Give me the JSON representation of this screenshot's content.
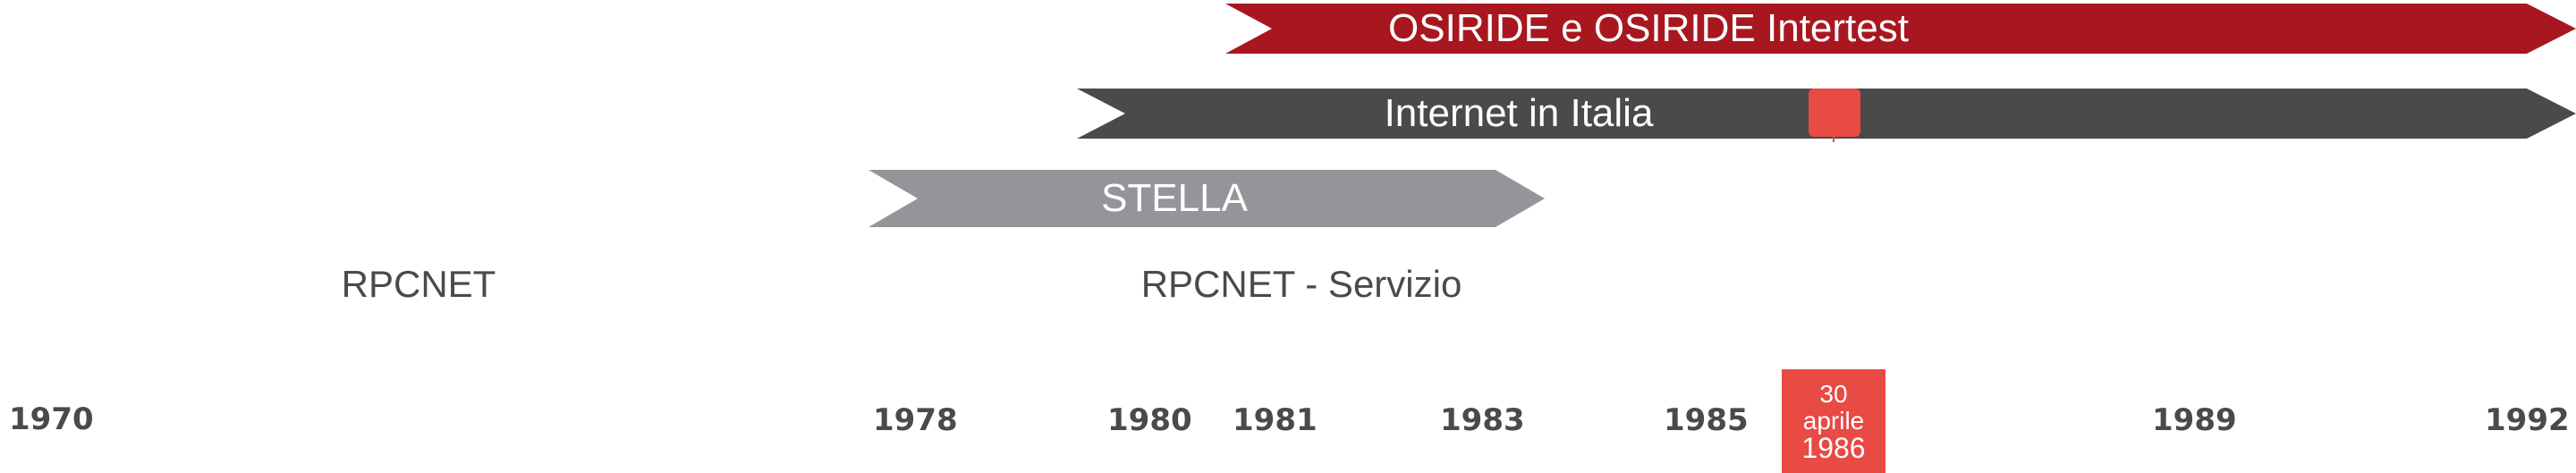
{
  "bars": [
    {
      "label": "OSIRIDE e OSIRIDE Intertest",
      "color": "#a8171f"
    },
    {
      "label": "Internet in Italia",
      "color": "#4a4a4a"
    },
    {
      "label": "STELLA",
      "color": "#939598"
    }
  ],
  "periods": [
    {
      "label": "RPCNET"
    },
    {
      "label": "RPCNET - Servizio"
    }
  ],
  "years": [
    "1970",
    "1978",
    "1980",
    "1981",
    "1983",
    "1985",
    "1989",
    "1992"
  ],
  "highlight": {
    "line1": "30",
    "line2": "aprile",
    "line3": "1986",
    "color": "#e84a44"
  },
  "milestone_marker": {
    "color": "#e84a44"
  },
  "colors": {
    "text": "#4a4a4a",
    "background": "#ffffff"
  }
}
